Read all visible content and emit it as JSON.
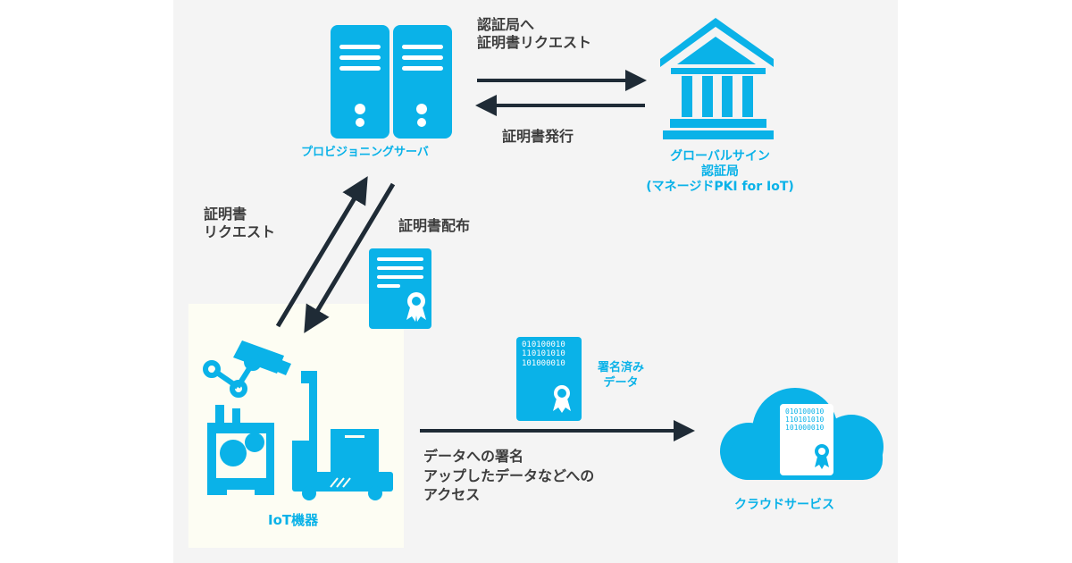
{
  "colors": {
    "accent": "#0ab2e8",
    "arrow": "#1f2b36",
    "text": "#3d3d3d",
    "panel": "#f4f4f4",
    "iot_box": "#fdfdf3"
  },
  "nodes": {
    "provisioning_server": {
      "label": "プロビジョニングサーバ",
      "icon": "server-icon"
    },
    "globalsign_ca": {
      "label_line1": "グローバルサイン",
      "label_line2": "認証局",
      "label_line3": "(マネージドPKI for IoT)",
      "icon": "bank-building-icon"
    },
    "iot_devices": {
      "label": "IoT機器",
      "icons": [
        "security-camera-icon",
        "network-nodes-icon",
        "machine-icon",
        "forklift-icon"
      ]
    },
    "cloud_service": {
      "label": "クラウドサービス",
      "icon": "cloud-icon"
    }
  },
  "edges": {
    "cert_request_to_ca": {
      "line1": "認証局へ",
      "line2": "証明書リクエスト"
    },
    "cert_issue": {
      "label": "証明書発行"
    },
    "cert_request_from_device": {
      "line1": "証明書",
      "line2": "リクエスト"
    },
    "cert_distribution": {
      "label": "証明書配布"
    },
    "data_to_cloud": {
      "line1": "データへの署名",
      "line2": "アップしたデータなどへの",
      "line3": "アクセス"
    }
  },
  "signed_data": {
    "label_line1": "署名済み",
    "label_line2": "データ",
    "binary": [
      "010100010",
      "110101010",
      "101000010"
    ]
  }
}
